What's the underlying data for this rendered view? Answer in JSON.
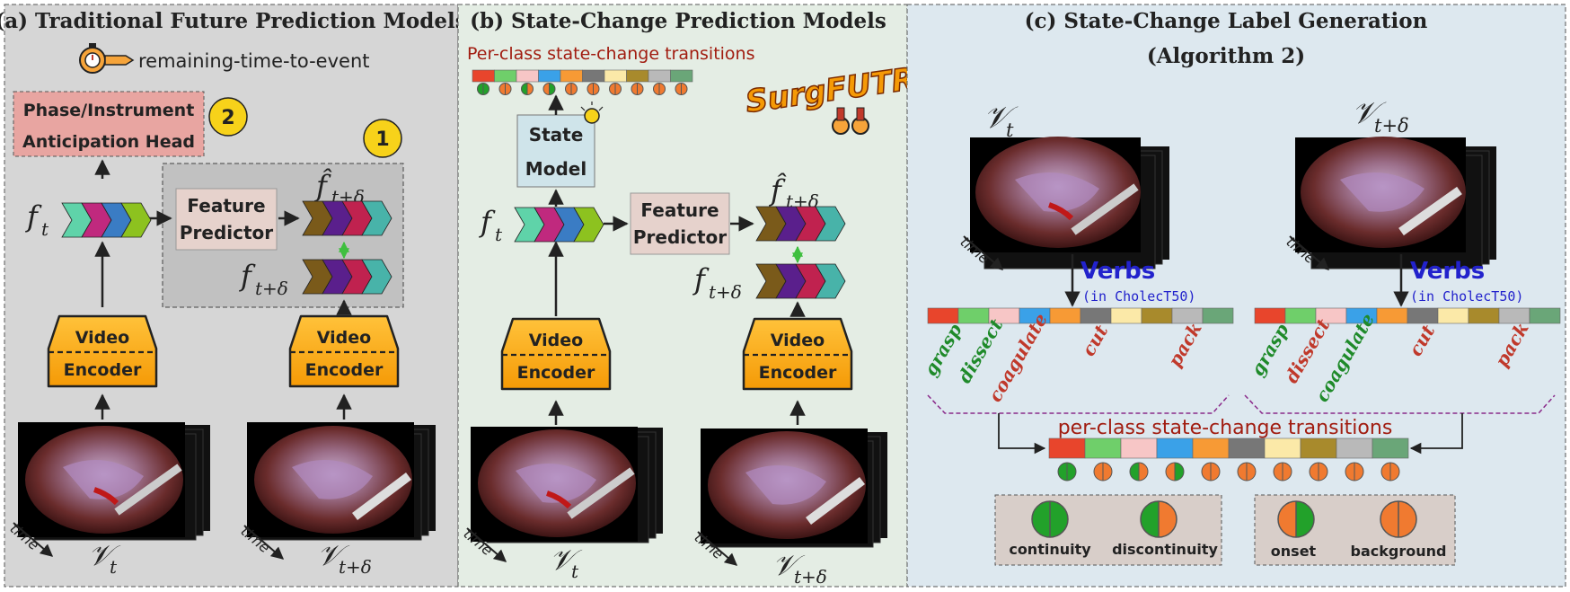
{
  "panel_a": {
    "title": "(a) Traditional Future Prediction Models",
    "output_label": "remaining-time-to-event",
    "head_line1": "Phase/Instrument",
    "head_line2": "Anticipation Head",
    "badge_2": "2",
    "badge_1": "1",
    "ft": "f",
    "ft_sub": "t",
    "fhat": "f̂",
    "fhat_sub": "t+δ",
    "fdelta": "f",
    "fdelta_sub": "t+δ",
    "predictor_line1": "Feature",
    "predictor_line2": "Predictor",
    "encoder_top": "Video",
    "encoder_bottom": "Encoder",
    "time_label": "time",
    "vt": "𝒱",
    "vt_sub": "t",
    "vtd": "𝒱",
    "vtd_sub": "t+δ"
  },
  "panel_b": {
    "title": "(b) State-Change Prediction Models",
    "transitions_label": "Per-class state-change transitions",
    "state_model_line1": "State",
    "state_model_line2": "Model",
    "brand": "SurgFUTR",
    "ft": "f",
    "ft_sub": "t",
    "fhat": "f̂",
    "fhat_sub": "t+δ",
    "fdelta": "f",
    "fdelta_sub": "t+δ",
    "predictor_line1": "Feature",
    "predictor_line2": "Predictor",
    "encoder_top": "Video",
    "encoder_bottom": "Encoder",
    "time_label": "time",
    "vt": "𝒱",
    "vt_sub": "t",
    "vtd": "𝒱",
    "vtd_sub": "t+δ"
  },
  "panel_c": {
    "title_line1": "(c) State-Change Label Generation",
    "title_line2": "(Algorithm 2)",
    "vt": "𝒱",
    "vt_sub": "t",
    "vtd": "𝒱",
    "vtd_sub": "t+δ",
    "time_label": "time",
    "verbs": "Verbs",
    "verbs_note": "(in CholecT50)",
    "verb_labels": [
      "grasp",
      "dissect",
      "coagulate",
      "cut",
      "pack"
    ],
    "transitions_label": "per-class state-change transitions",
    "legend": [
      "continuity",
      "discontinuity",
      "onset",
      "background"
    ]
  },
  "colors": {
    "panel_a_bg": "#d6d6d6",
    "panel_b_bg": "#e4ede4",
    "panel_c_bg": "#dde8ef",
    "red_title": "#a11c10",
    "verb_blue": "#2222cc",
    "green_label": "#1f8a2a",
    "red_label": "#c0392b",
    "class_strip": [
      "#e8452c",
      "#6fcf6a",
      "#f7c6c6",
      "#3aa1e8",
      "#f79a35",
      "#777777",
      "#fbe9a8",
      "#a88a2c",
      "#b9b9b9",
      "#6aa678"
    ]
  }
}
